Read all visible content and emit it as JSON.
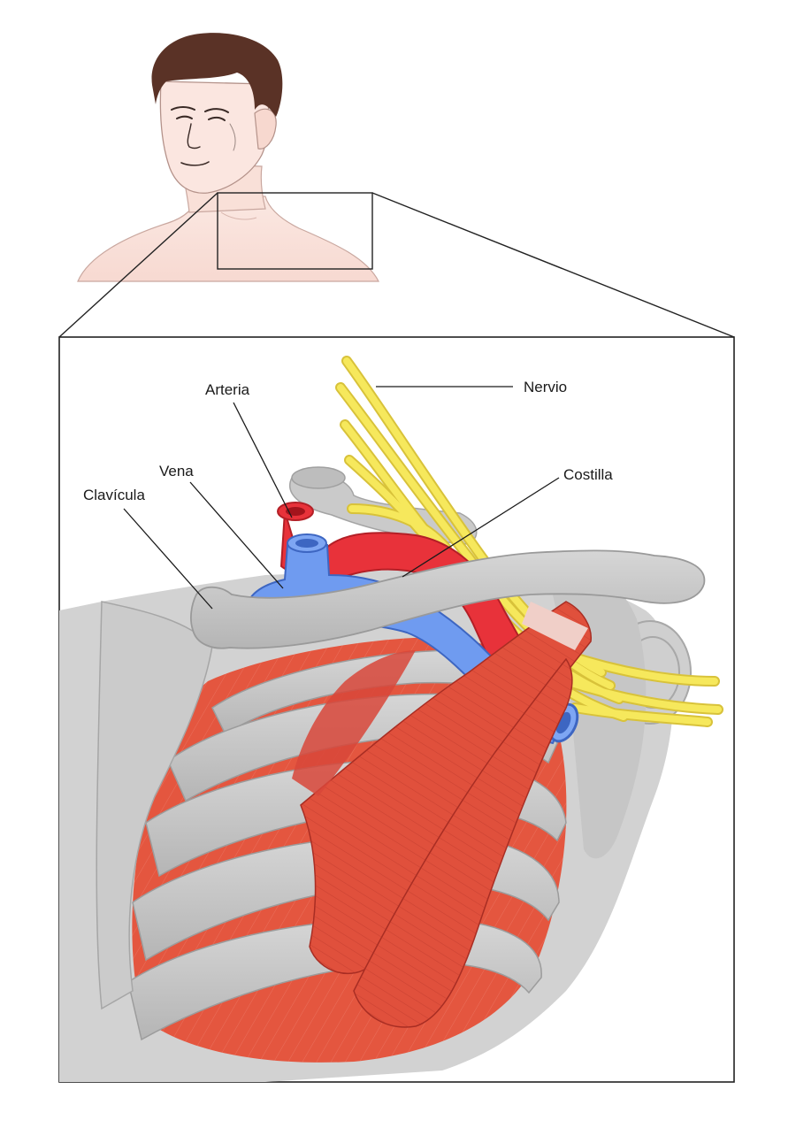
{
  "labels": {
    "arteria": "Arteria",
    "nervio": "Nervio",
    "vena": "Vena",
    "clavicula": "Clavícula",
    "costilla": "Costilla"
  },
  "colors": {
    "skin": "#fbe6e0",
    "hair": "#5a3226",
    "bone": "#c9c9c9",
    "bone_dark": "#a7a7a7",
    "muscle": "#e0503c",
    "muscle_dark": "#b8352a",
    "artery": "#e8323a",
    "vein": "#6f9bf0",
    "nerve": "#f4e45a",
    "frame": "#222222"
  }
}
